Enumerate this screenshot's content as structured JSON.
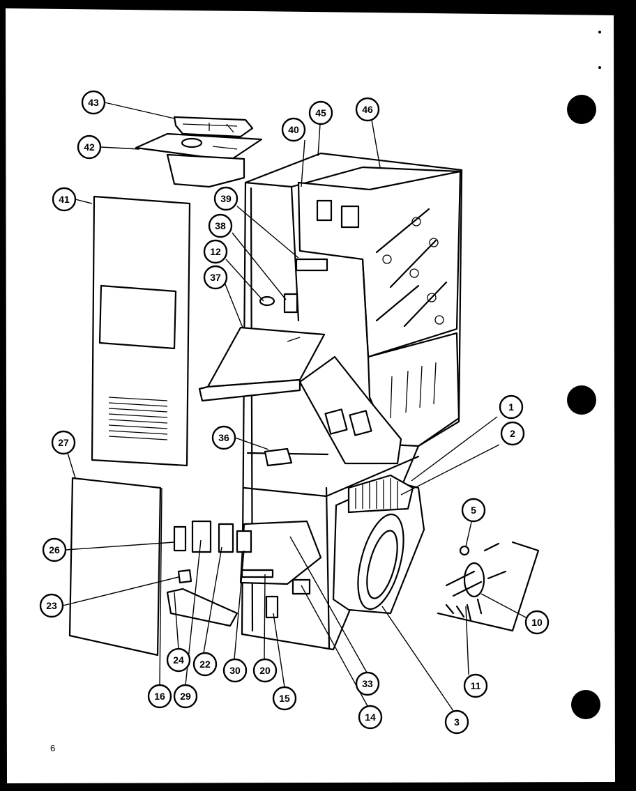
{
  "diagram": {
    "page_number": "6",
    "callouts": [
      {
        "id": "c1",
        "label": "1"
      },
      {
        "id": "c2",
        "label": "2"
      },
      {
        "id": "c3",
        "label": "3"
      },
      {
        "id": "c5",
        "label": "5"
      },
      {
        "id": "c10",
        "label": "10"
      },
      {
        "id": "c11",
        "label": "11"
      },
      {
        "id": "c12",
        "label": "12"
      },
      {
        "id": "c14",
        "label": "14"
      },
      {
        "id": "c15",
        "label": "15"
      },
      {
        "id": "c16",
        "label": "16"
      },
      {
        "id": "c20",
        "label": "20"
      },
      {
        "id": "c22",
        "label": "22"
      },
      {
        "id": "c23",
        "label": "23"
      },
      {
        "id": "c24",
        "label": "24"
      },
      {
        "id": "c26",
        "label": "26"
      },
      {
        "id": "c27",
        "label": "27"
      },
      {
        "id": "c29",
        "label": "29"
      },
      {
        "id": "c30",
        "label": "30"
      },
      {
        "id": "c33",
        "label": "33"
      },
      {
        "id": "c36",
        "label": "36"
      },
      {
        "id": "c37",
        "label": "37"
      },
      {
        "id": "c38",
        "label": "38"
      },
      {
        "id": "c39",
        "label": "39"
      },
      {
        "id": "c40",
        "label": "40"
      },
      {
        "id": "c41",
        "label": "41"
      },
      {
        "id": "c42",
        "label": "42"
      },
      {
        "id": "c43",
        "label": "43"
      },
      {
        "id": "c45",
        "label": "45"
      },
      {
        "id": "c46",
        "label": "46"
      }
    ]
  }
}
